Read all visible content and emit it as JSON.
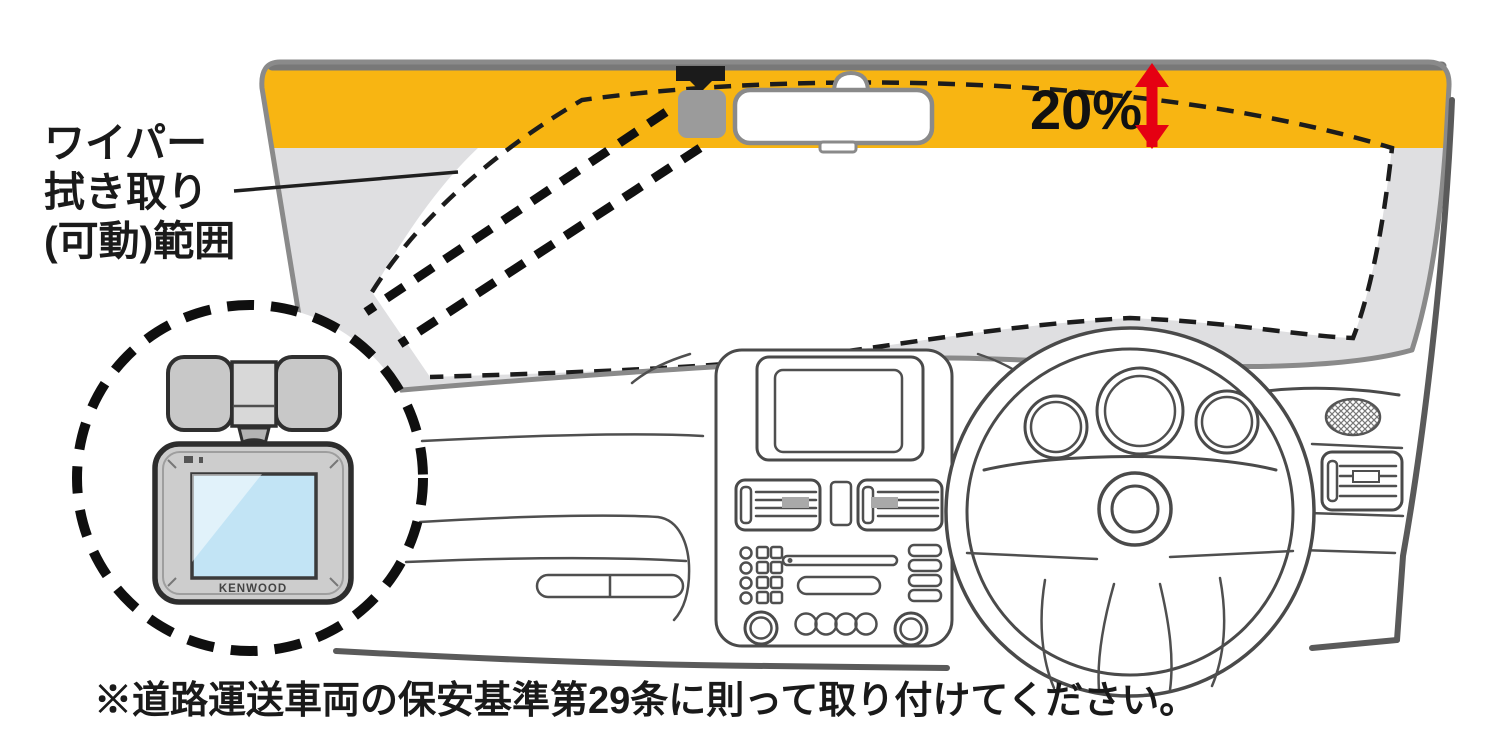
{
  "diagram": {
    "percent_label": "20%",
    "wiper_label_lines": [
      "ワイパー",
      "拭き取り",
      "(可動)範囲"
    ],
    "note": "※道路運送車両の保安基準第29条に則って取り付けてください。",
    "device_brand": "KENWOOD"
  },
  "colors": {
    "band_yellow": "#F8B512",
    "arrow_red": "#E50012",
    "unwiped_gray": "#DFDFE1",
    "screen_blue": "#C2E4F5",
    "device_gray": "#9B9B9B",
    "line_black": "#1C1C1C",
    "frame_gray": "#8A8A8A"
  }
}
